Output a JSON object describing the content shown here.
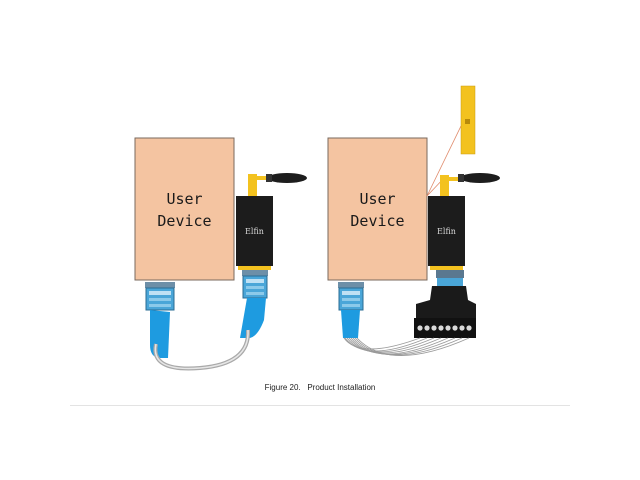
{
  "figure": {
    "caption_number": "Figure 20.",
    "caption_text": "Product Installation"
  },
  "left_setup": {
    "device_line1": "User",
    "device_line2": "Device",
    "module_label": "Elfin"
  },
  "right_setup": {
    "device_line1": "User",
    "device_line2": "Device",
    "module_label": "Elfin"
  },
  "colors": {
    "device_fill": "#f4c4a1",
    "device_stroke": "#7a6a5e",
    "module_fill": "#1c1c1c",
    "cable_blue": "#1e9be0",
    "antenna_yellow": "#f3c21f",
    "antenna_black": "#1d1d1d",
    "zoom_line": "#e08a6a"
  }
}
